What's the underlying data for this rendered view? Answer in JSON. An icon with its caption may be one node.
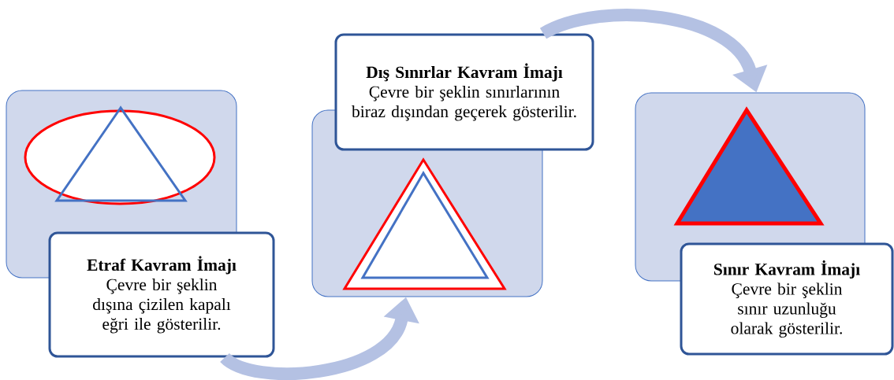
{
  "diagram": {
    "nodes": [
      {
        "text": [],
        "shape": "box"
      },
      {
        "text": [
          "Etraf Kavram İmajı",
          "Çevre bir şeklin dışına çizilen kapalı eğri ile gösterilir."
        ]
      },
      {
        "text": [],
        "shape": "box"
      },
      {
        "text": [
          "Dış Sınırlar Kavram İmajı",
          "Çevre bir şeklin sınırlarının biraz dışından geçerek gösterilir."
        ]
      },
      {
        "text": [],
        "shape": "box"
      },
      {
        "text": [
          "Sınır Kavram İmajı",
          "Çevre bir şeklin sınır uzunluğu olarak gösterilir."
        ]
      }
    ],
    "edges": [
      {
        "from": 1,
        "to": 2,
        "arrow": "to"
      },
      {
        "from": 3,
        "to": 4,
        "arrow": "to"
      }
    ]
  }
}
